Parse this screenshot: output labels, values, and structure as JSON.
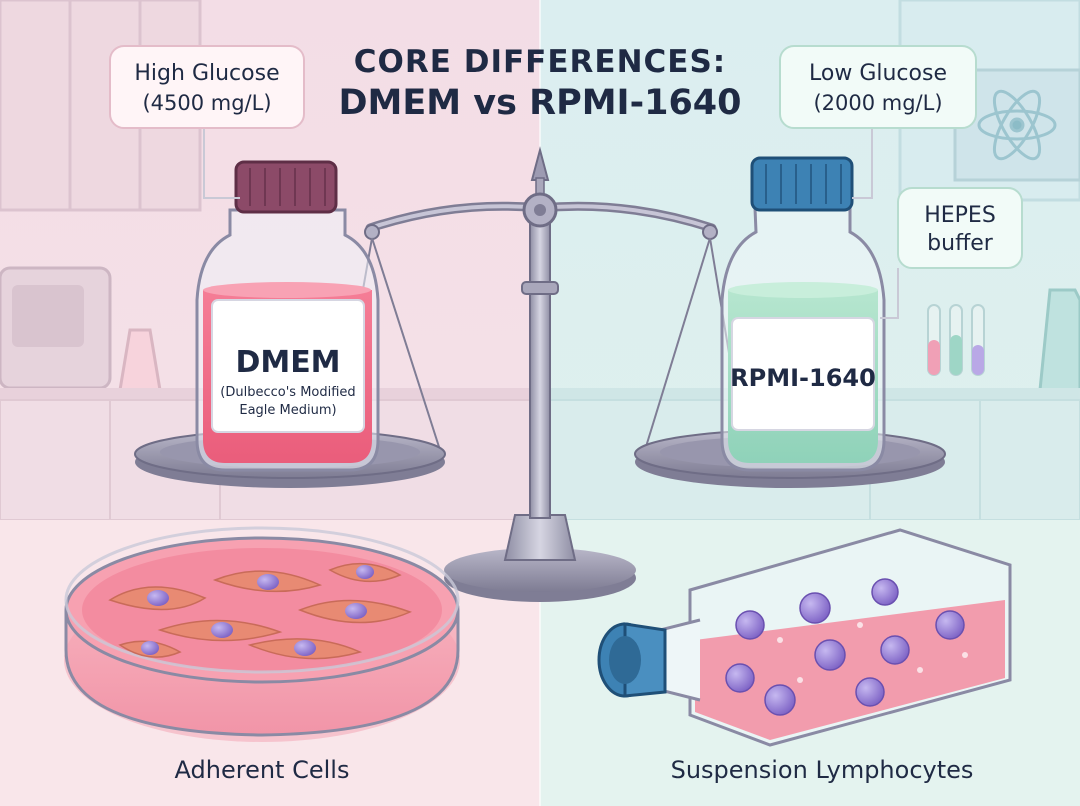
{
  "title": {
    "line1": "CORE DIFFERENCES:",
    "line2": "DMEM vs RPMI-1640"
  },
  "left": {
    "glucose_label": "High Glucose",
    "glucose_value": "(4500 mg/L)",
    "bottle_name": "DMEM",
    "bottle_subtitle_line1": "(Dulbecco's Modified",
    "bottle_subtitle_line2": "Eagle Medium)",
    "cell_type": "Adherent Cells"
  },
  "right": {
    "glucose_label": "Low Glucose",
    "glucose_value": "(2000 mg/L)",
    "buffer_label_line1": "HEPES",
    "buffer_label_line2": "buffer",
    "bottle_name": "RPMI-1640",
    "cell_type": "Suspension Lymphocytes"
  },
  "colors": {
    "left_bg": "#f6dfe6",
    "right_bg": "#dcefec",
    "dmem_liquid": "#f06b86",
    "rpmi_liquid": "#9fdcc4",
    "dmem_cap": "#8c4a68",
    "rpmi_cap": "#3d82b4",
    "text": "#1f2a44"
  }
}
